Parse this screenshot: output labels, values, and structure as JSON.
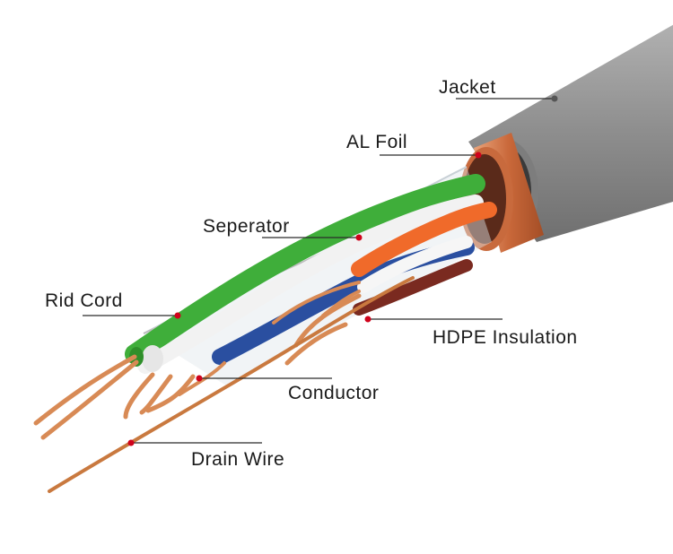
{
  "diagram": {
    "labels": {
      "jacket": "Jacket",
      "al_foil": "AL Foil",
      "separator": "Seperator",
      "rid_cord": "Rid Cord",
      "hdpe_insulation": "HDPE Insulation",
      "conductor": "Conductor",
      "drain_wire": "Drain Wire"
    },
    "colors": {
      "jacket": "#8e8e8e",
      "foil": "#d07a4a",
      "copper": "#d88a55",
      "green_pair": "#3fae3a",
      "orange_pair": "#f06a2a",
      "blue_pair": "#2a4fa0",
      "brown_pair": "#7a2a20",
      "pointer_dot": "#d0021b"
    }
  }
}
